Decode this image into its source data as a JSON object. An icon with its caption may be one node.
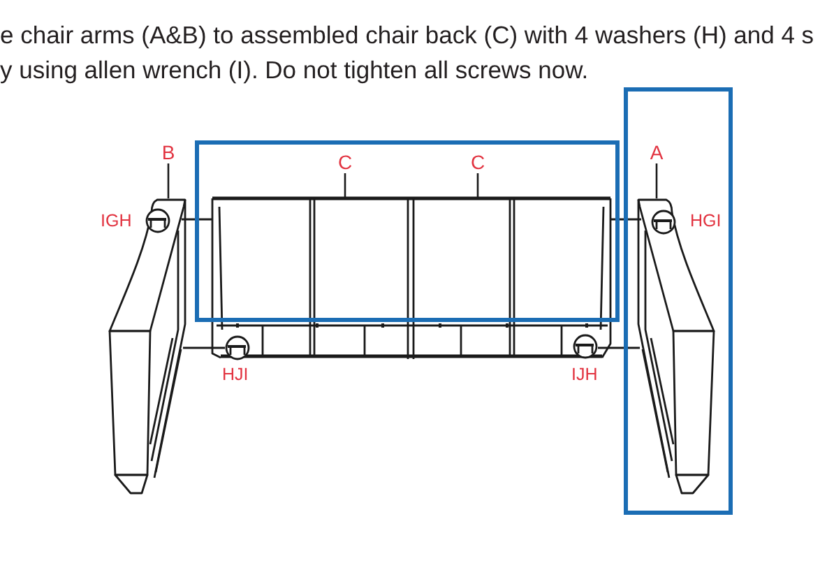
{
  "diagram": {
    "nodes": [
      {
        "text": [
          "B"
        ]
      },
      {
        "text": [
          "C"
        ]
      },
      {
        "text": [
          "C"
        ]
      },
      {
        "text": [
          "A"
        ]
      }
    ],
    "edges": [
      {
        "from": 0,
        "to": null,
        "arrow": "none"
      },
      {
        "from": 1,
        "to": null,
        "arrow": "none"
      },
      {
        "from": 2,
        "to": null,
        "arrow": "none"
      },
      {
        "from": 3,
        "to": null,
        "arrow": "none"
      }
    ],
    "labels": [
      "e chair arms (A&B) to assembled chair back (C) with 4 washers (H) and 4 s",
      "y using allen wrench (I). Do not tighten all screws now.",
      "IGH",
      "HGI",
      "HJI",
      "IJH"
    ]
  }
}
